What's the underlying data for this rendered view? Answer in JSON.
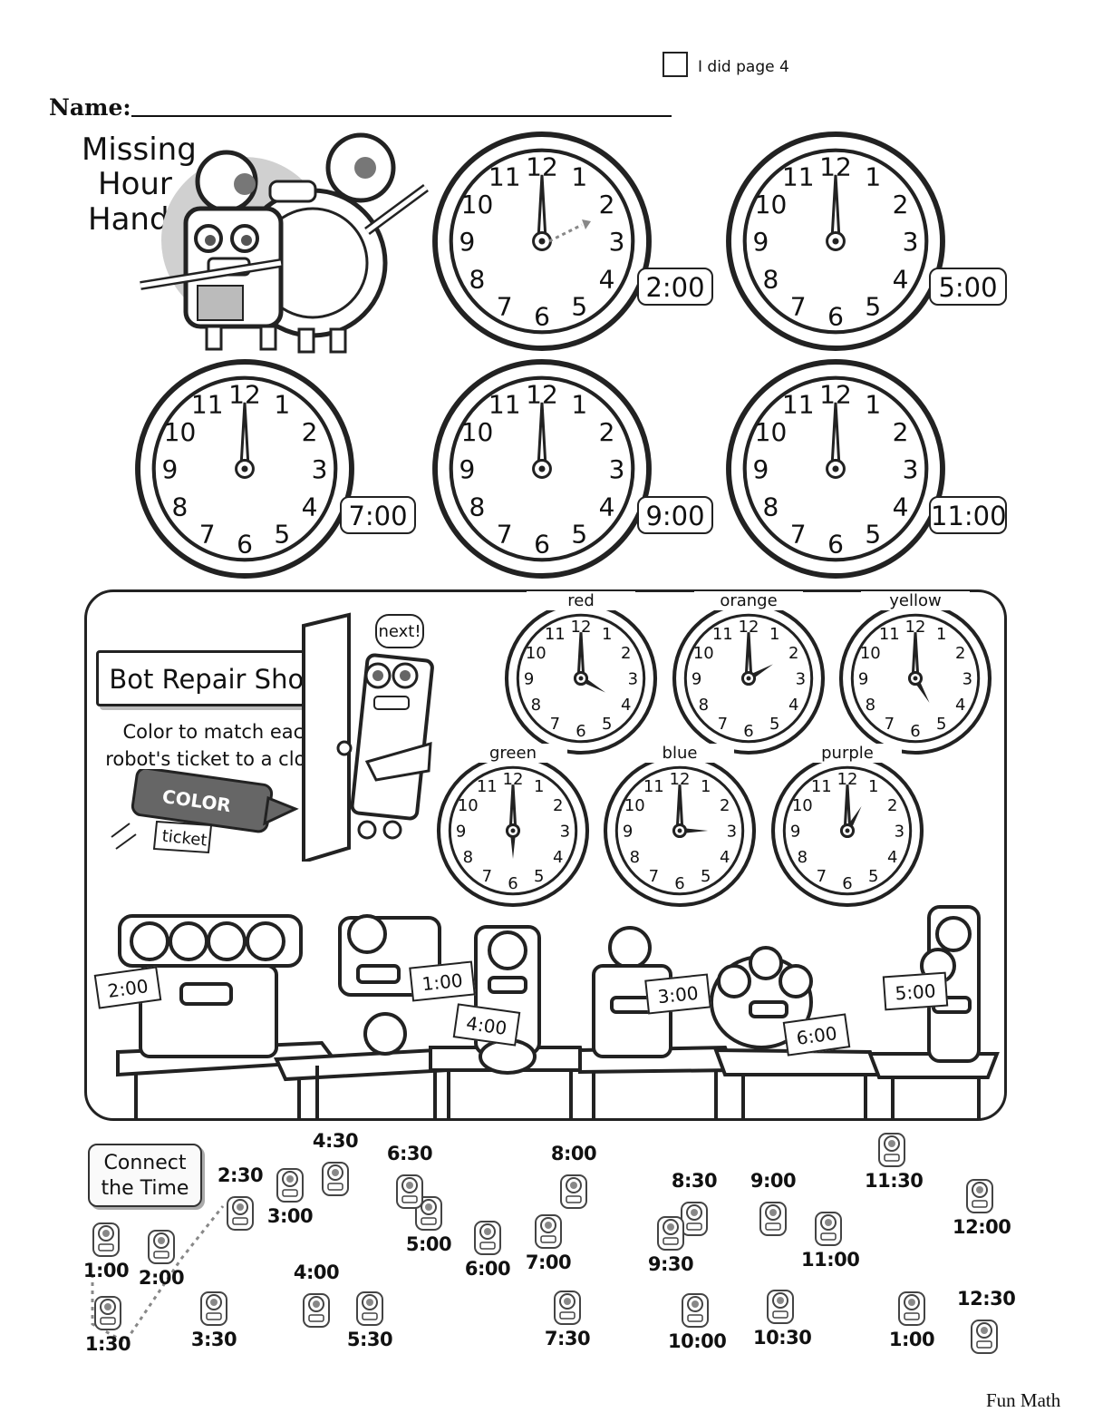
{
  "header": {
    "checkbox_label": "I did page 4",
    "name_label": "Name:"
  },
  "missing_hour_hands": {
    "title_lines": [
      "Missing",
      "Hour",
      "Hands"
    ],
    "clocks": [
      {
        "time": "2:00"
      },
      {
        "time": "5:00"
      },
      {
        "time": "7:00"
      },
      {
        "time": "9:00"
      },
      {
        "time": "11:00"
      }
    ]
  },
  "repair_shop": {
    "sign": "Bot Repair Shop",
    "speech": "next!",
    "instruction": "Color to match each robot's ticket to a clock.",
    "crayon_label": "COLOR",
    "ticket_label": "ticket",
    "color_clocks": [
      {
        "label": "red"
      },
      {
        "label": "orange"
      },
      {
        "label": "yellow"
      },
      {
        "label": "green"
      },
      {
        "label": "blue"
      },
      {
        "label": "purple"
      }
    ],
    "robot_tickets": [
      "2:00",
      "1:00",
      "4:00",
      "3:00",
      "6:00",
      "5:00"
    ]
  },
  "connect": {
    "title": "Connect the Time",
    "dots": [
      "1:00",
      "1:30",
      "2:00",
      "2:30",
      "3:00",
      "3:30",
      "4:00",
      "4:30",
      "5:00",
      "5:30",
      "6:00",
      "6:30",
      "7:00",
      "7:30",
      "8:00",
      "8:30",
      "9:00",
      "9:30",
      "10:00",
      "10:30",
      "11:00",
      "11:30",
      "12:00",
      "12:30",
      "1:00"
    ]
  },
  "footer": {
    "text": "Fun Math"
  }
}
